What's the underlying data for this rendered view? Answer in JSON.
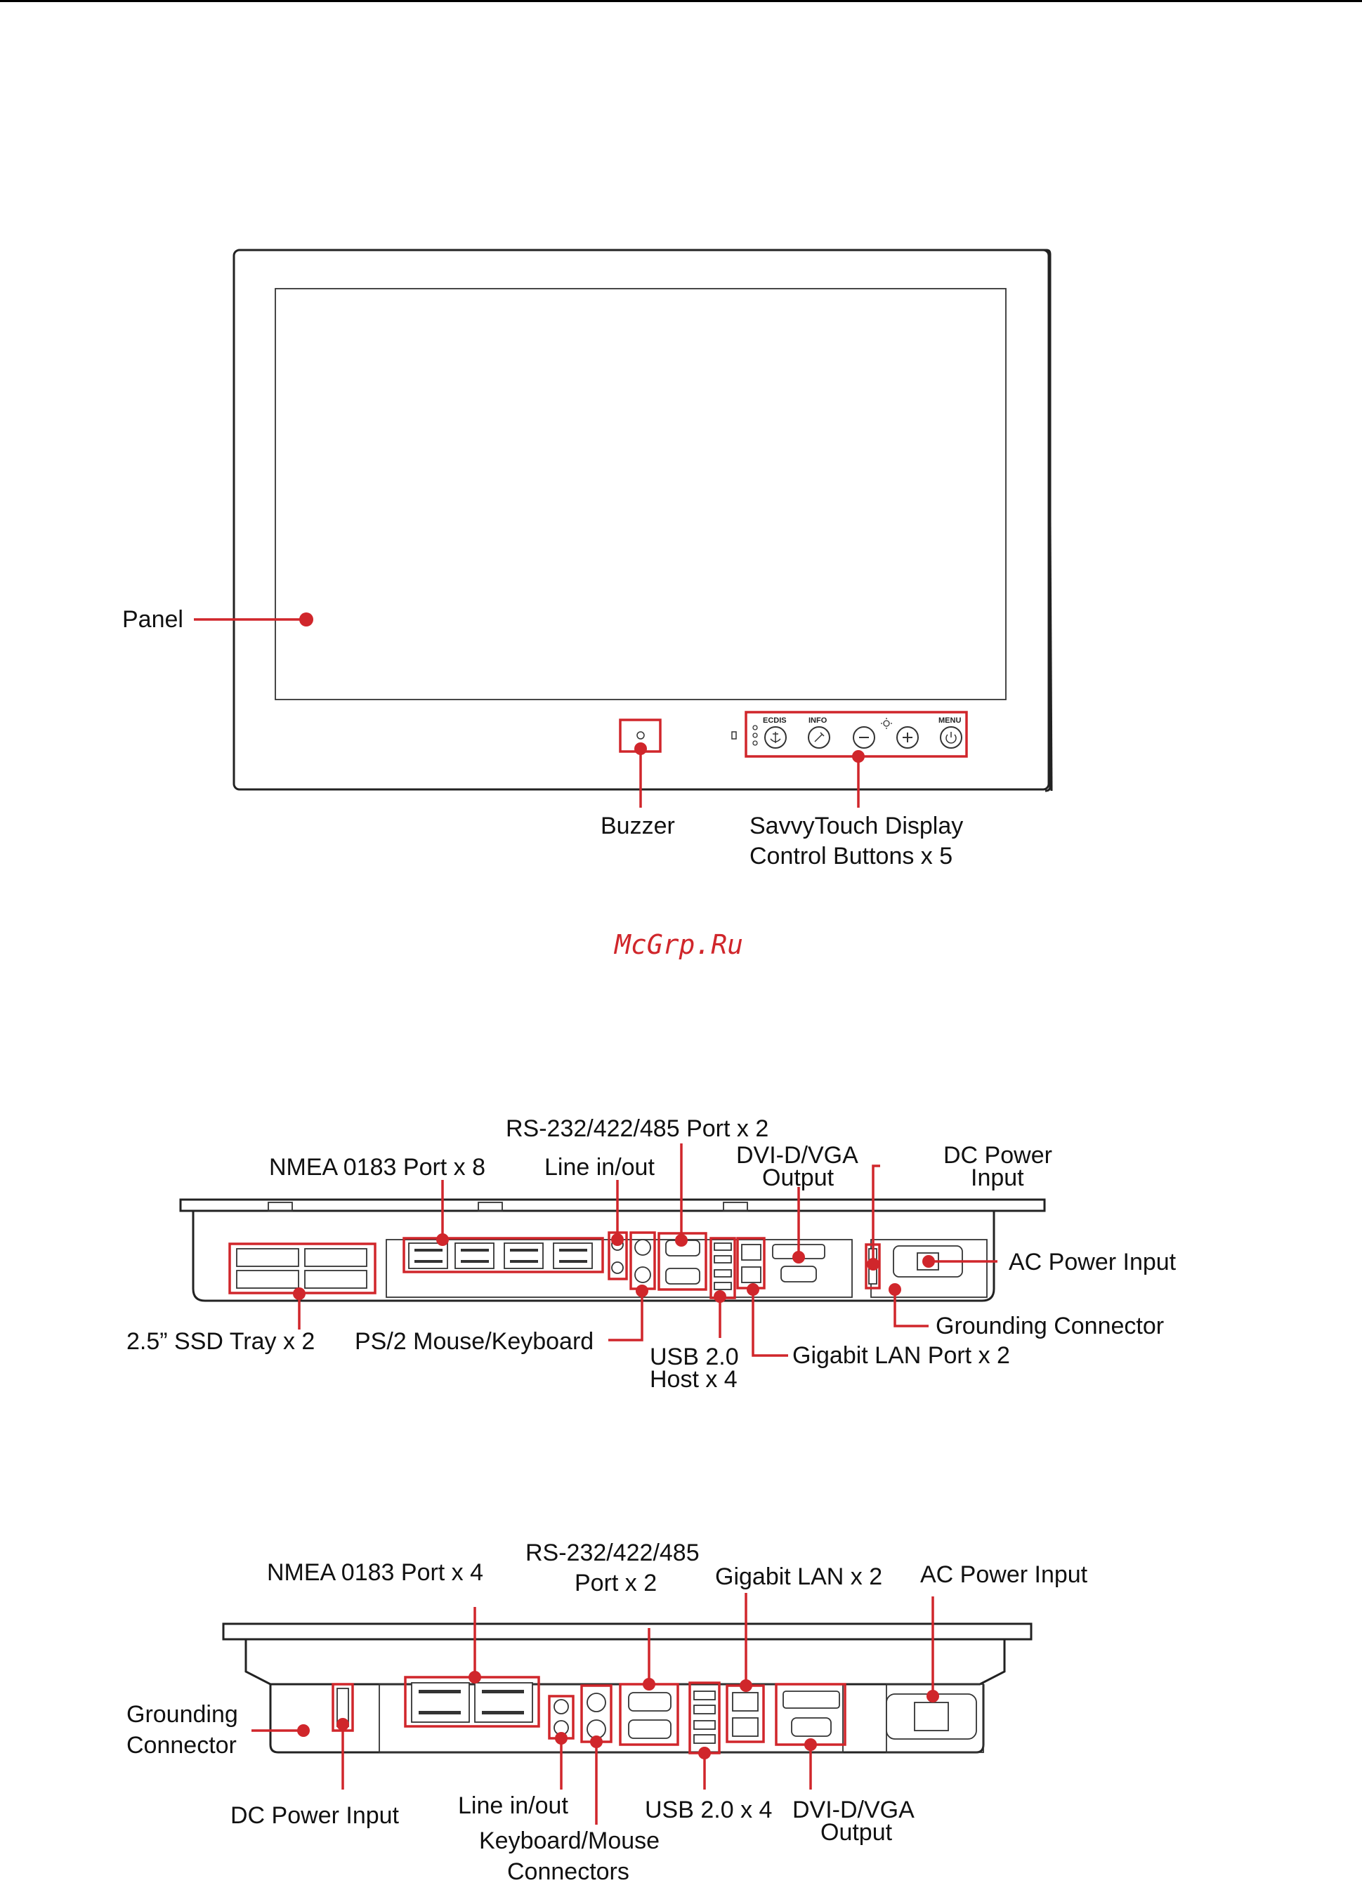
{
  "watermark": "McGrp.Ru",
  "front_view": {
    "labels": {
      "panel": "Panel",
      "buzzer": "Buzzer",
      "savvytouch_line1": "SavvyTouch Display",
      "savvytouch_line2": "Control Buttons x 5"
    },
    "button_captions": [
      "ECDIS",
      "INFO",
      "",
      "",
      "MENU"
    ]
  },
  "rear_view_1": {
    "labels": {
      "rs232_port": "RS-232/422/485 Port x 2",
      "nmea_port": "NMEA 0183 Port x 8",
      "line_in_out": "Line in/out",
      "dvi_vga_line1": "DVI-D/VGA",
      "dvi_vga_line2": "Output",
      "dc_power_line1": "DC Power",
      "dc_power_line2": "Input",
      "ac_power": "AC Power Input",
      "ssd_tray": "2.5” SSD Tray x 2",
      "ps2": "PS/2 Mouse/Keyboard",
      "usb_line1": "USB 2.0",
      "usb_line2": "Host x 4",
      "lan": "Gigabit LAN Port  x 2",
      "grounding": "Grounding Connector"
    }
  },
  "rear_view_2": {
    "labels": {
      "rs232_line1": "RS-232/422/485",
      "rs232_line2": "Port x 2",
      "nmea_port": "NMEA 0183 Port x 4",
      "lan": "Gigabit LAN x 2",
      "ac_power": "AC Power Input",
      "grounding_line1": "Grounding",
      "grounding_line2": "Connector",
      "dc_power": "DC Power Input",
      "line_in_out": "Line in/out",
      "usb": "USB 2.0 x 4",
      "dvi_vga_line1": "DVI-D/VGA",
      "dvi_vga_line2": "Output",
      "kbd_line1": "Keyboard/Mouse",
      "kbd_line2": "Connectors"
    }
  },
  "colors": {
    "accent": "#d0262b",
    "outline": "#222222"
  }
}
